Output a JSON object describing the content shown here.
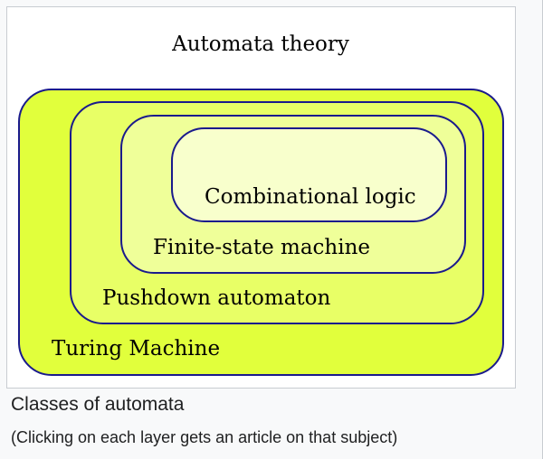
{
  "diagram": {
    "title": "Automata theory",
    "layers": [
      {
        "id": "turing",
        "label": "Turing Machine",
        "color": "#e1ff3c"
      },
      {
        "id": "pushdown",
        "label": "Pushdown automaton",
        "color": "#e8ff66"
      },
      {
        "id": "finite",
        "label": "Finite-state machine",
        "color": "#efff99"
      },
      {
        "id": "combinational",
        "label": "Combinational logic",
        "color": "#f8ffcc"
      }
    ],
    "stroke_color": "#1a1a8c"
  },
  "caption": {
    "title": "Classes of automata",
    "note": "(Clicking on each layer gets an article on that subject)"
  }
}
